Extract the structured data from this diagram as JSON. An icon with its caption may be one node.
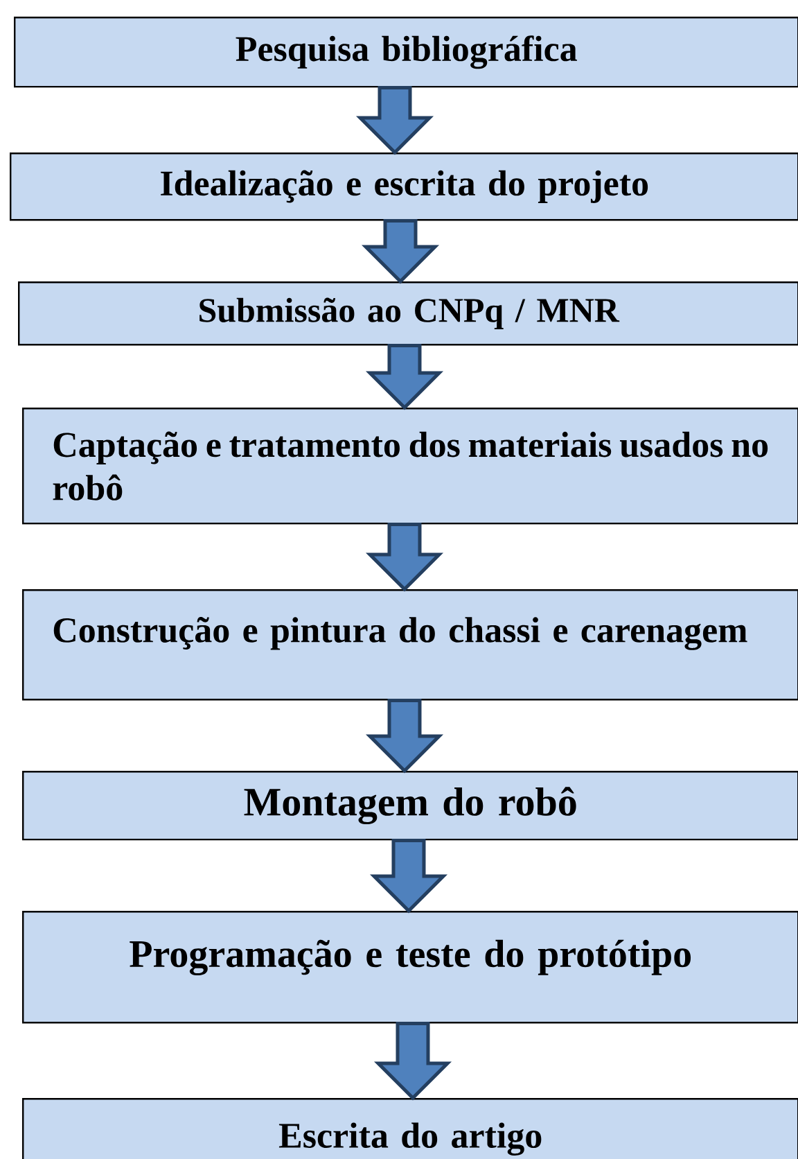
{
  "diagram": {
    "nodes": [
      {
        "text": [
          "Pesquisa bibliográfica"
        ]
      },
      {
        "text": [
          "Idealização e escrita do projeto"
        ]
      },
      {
        "text": [
          "Submissão ao CNPq / MNR"
        ]
      },
      {
        "text": [
          "Captação e tratamento dos materiais usados no robô"
        ]
      },
      {
        "text": [
          "Construção e pintura do chassi e carenagem"
        ]
      },
      {
        "text": [
          "Montagem do robô"
        ]
      },
      {
        "text": [
          "Programação e teste do protótipo"
        ]
      },
      {
        "text": [
          "Escrita do artigo"
        ]
      }
    ],
    "edges": [
      {
        "from": 0,
        "to": 1,
        "arrow": "to"
      },
      {
        "from": 1,
        "to": 2,
        "arrow": "to"
      },
      {
        "from": 2,
        "to": 3,
        "arrow": "to"
      },
      {
        "from": 3,
        "to": 4,
        "arrow": "to"
      },
      {
        "from": 4,
        "to": 5,
        "arrow": "to"
      },
      {
        "from": 5,
        "to": 6,
        "arrow": "to"
      },
      {
        "from": 6,
        "to": 7,
        "arrow": "to"
      }
    ]
  }
}
